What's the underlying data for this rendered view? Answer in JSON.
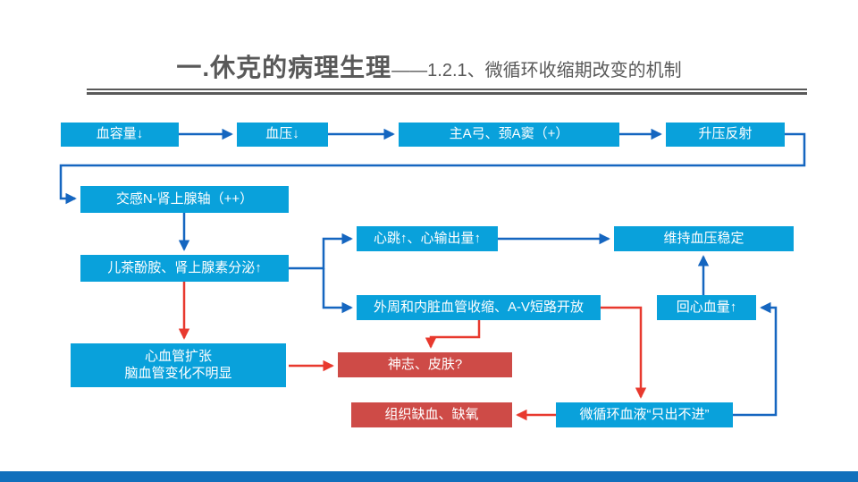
{
  "title": {
    "main": "一.休克的病理生理",
    "sub": "——1.2.1、微循环收缩期改变的机制"
  },
  "colors": {
    "box_blue": "#09A1DB",
    "box_red": "#CE4B47",
    "arrow_blue": "#1566C0",
    "arrow_red": "#E8392E",
    "title_gray": "#595959",
    "footer_blue": "#1170BC",
    "box_text": "#FFFFFF"
  },
  "nodes": [
    {
      "id": "blood-volume",
      "label": "血容量↓",
      "type": "blue"
    },
    {
      "id": "blood-pressure",
      "label": "血压↓",
      "type": "blue"
    },
    {
      "id": "aortic-carotid",
      "label": "主A弓、颈A窦（+）",
      "type": "blue"
    },
    {
      "id": "pressor-reflex",
      "label": "升压反射",
      "type": "blue"
    },
    {
      "id": "sympathetic-axis",
      "label": "交感N-肾上腺轴（++）",
      "type": "blue"
    },
    {
      "id": "catecholamine",
      "label": "儿茶酚胺、肾上腺素分泌↑",
      "type": "blue"
    },
    {
      "id": "heart-output",
      "label": "心跳↑、心输出量↑",
      "type": "blue"
    },
    {
      "id": "maintain-bp",
      "label": "维持血压稳定",
      "type": "blue"
    },
    {
      "id": "vasoconstriction",
      "label": "外周和内脏血管收缩、A-V短路开放",
      "type": "blue"
    },
    {
      "id": "venous-return",
      "label": "回心血量↑",
      "type": "blue"
    },
    {
      "id": "cardio-dilation",
      "label": "心血管扩张",
      "label2": "脑血管变化不明显",
      "type": "blue"
    },
    {
      "id": "consciousness-skin",
      "label": "神志、皮肤?",
      "type": "red"
    },
    {
      "id": "tissue-ischemia",
      "label": "组织缺血、缺氧",
      "type": "red"
    },
    {
      "id": "microcirculation",
      "label": "微循环血液“只出不进”",
      "type": "blue"
    }
  ]
}
